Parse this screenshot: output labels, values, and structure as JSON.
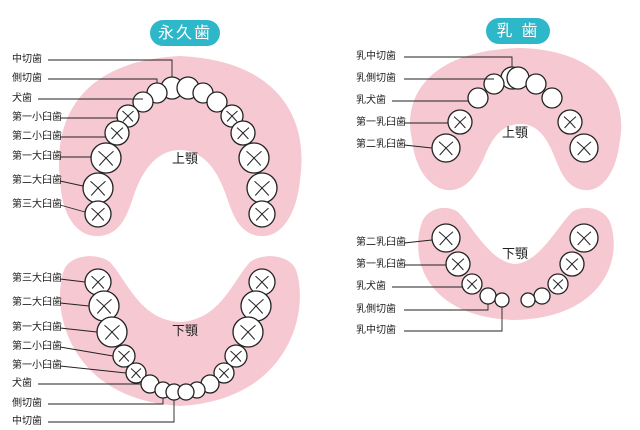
{
  "permanent": {
    "title": "永久歯",
    "upper_label": "上顎",
    "lower_label": "下顎",
    "upper_teeth": [
      "中切歯",
      "側切歯",
      "犬歯",
      "第一小臼歯",
      "第二小臼歯",
      "第一大臼歯",
      "第二大臼歯",
      "第三大臼歯"
    ],
    "lower_teeth": [
      "第三大臼歯",
      "第二大臼歯",
      "第一大臼歯",
      "第二小臼歯",
      "第一小臼歯",
      "犬歯",
      "側切歯",
      "中切歯"
    ]
  },
  "primary": {
    "title": "乳 歯",
    "upper_label": "上顎",
    "lower_label": "下顎",
    "upper_teeth": [
      "乳中切歯",
      "乳側切歯",
      "乳犬歯",
      "第一乳臼歯",
      "第二乳臼歯"
    ],
    "lower_teeth": [
      "第二乳臼歯",
      "第一乳臼歯",
      "乳犬歯",
      "乳側切歯",
      "乳中切歯"
    ]
  },
  "colors": {
    "gum": "#f6c8d2",
    "accent": "#2db7c9",
    "tooth": "#ffffff",
    "line": "#222222"
  }
}
